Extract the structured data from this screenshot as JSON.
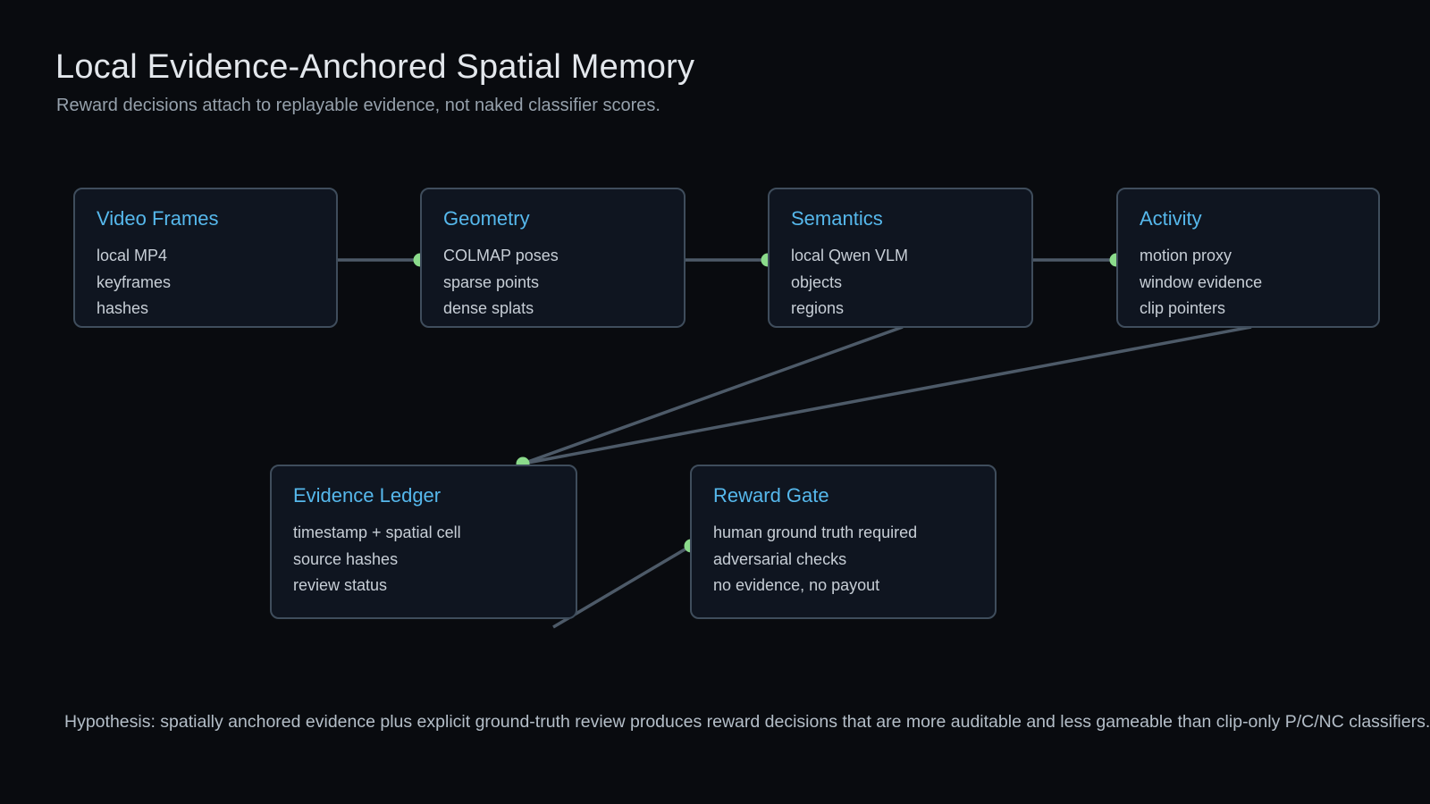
{
  "header": {
    "title": "Local Evidence-Anchored Spatial Memory",
    "subtitle": "Reward decisions attach to replayable evidence, not naked classifier scores."
  },
  "nodes": [
    {
      "id": "video-frames",
      "title": "Video Frames",
      "lines": [
        "local MP4",
        "keyframes",
        "hashes"
      ]
    },
    {
      "id": "geometry",
      "title": "Geometry",
      "lines": [
        "COLMAP poses",
        "sparse points",
        "dense splats"
      ]
    },
    {
      "id": "semantics",
      "title": "Semantics",
      "lines": [
        "local Qwen VLM",
        "objects",
        "regions"
      ]
    },
    {
      "id": "activity",
      "title": "Activity",
      "lines": [
        "motion proxy",
        "window evidence",
        "clip pointers"
      ]
    },
    {
      "id": "evidence-ledger",
      "title": "Evidence Ledger",
      "lines": [
        "timestamp + spatial cell",
        "source hashes",
        "review status"
      ]
    },
    {
      "id": "reward-gate",
      "title": "Reward Gate",
      "lines": [
        "human ground truth required",
        "adversarial checks",
        "no evidence, no payout"
      ]
    }
  ],
  "edges": [
    {
      "from": "video-frames",
      "to": "geometry"
    },
    {
      "from": "geometry",
      "to": "semantics"
    },
    {
      "from": "semantics",
      "to": "activity"
    },
    {
      "from": "semantics",
      "to": "evidence-ledger"
    },
    {
      "from": "activity",
      "to": "evidence-ledger"
    },
    {
      "from": "evidence-ledger",
      "to": "reward-gate"
    }
  ],
  "footer": {
    "hypothesis": "Hypothesis: spatially anchored evidence plus explicit ground-truth review produces reward decisions that are more auditable and less gameable than clip-only P/C/NC classifiers."
  },
  "colors": {
    "background": "#090b0f",
    "node_fill": "#0f1520",
    "node_border": "#3f4d5c",
    "node_title": "#56b8ec",
    "node_text": "#c7ced6",
    "page_title": "#e3e7ec",
    "page_subtitle": "#96a1ac",
    "footer_text": "#b4bec8",
    "edge": "#4d5a68",
    "edge_dot": "#8bdb8b"
  }
}
